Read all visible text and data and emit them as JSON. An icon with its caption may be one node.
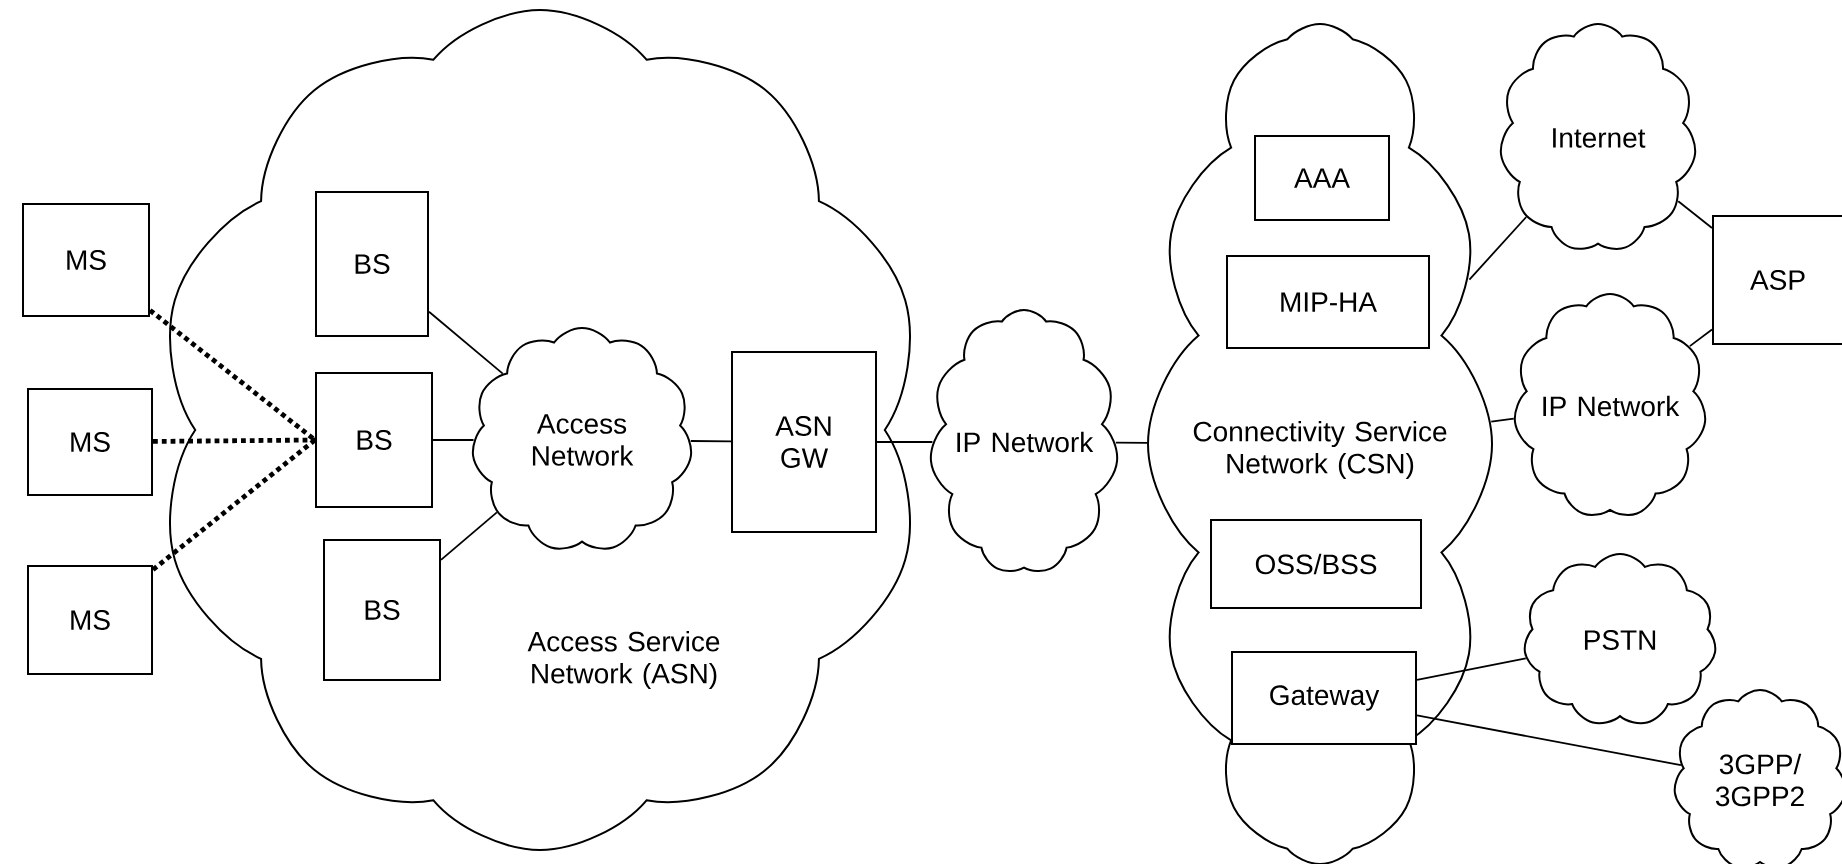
{
  "diagram": {
    "nodes": [
      {
        "text": [
          "Access Service Network (ASN)"
        ]
      },
      {
        "text": [
          "MS"
        ]
      },
      {
        "text": [
          "MS"
        ]
      },
      {
        "text": [
          "MS"
        ]
      },
      {
        "text": [
          "BS"
        ],
        "in": 0
      },
      {
        "text": [
          "BS"
        ],
        "in": 0
      },
      {
        "text": [
          "BS"
        ],
        "in": 0
      },
      {
        "text": [
          "Access Network"
        ],
        "in": 0
      },
      {
        "text": [
          "ASN GW"
        ],
        "in": 0
      },
      {
        "text": [
          "IP Network"
        ]
      },
      {
        "text": [
          "Connectivity Service Network (CSN)"
        ]
      },
      {
        "text": [
          "AAA"
        ],
        "in": 10
      },
      {
        "text": [
          "MIP-HA"
        ],
        "in": 10
      },
      {
        "text": [
          "OSS/BSS"
        ],
        "in": 10
      },
      {
        "text": [
          "Gateway"
        ],
        "in": 10
      },
      {
        "text": [
          "Internet"
        ]
      },
      {
        "text": [
          "IP Network"
        ]
      },
      {
        "text": [
          "ASP"
        ]
      },
      {
        "text": [
          "PSTN"
        ]
      },
      {
        "text": [
          "3GPP/ 3GPP2"
        ]
      }
    ],
    "edges": [
      {
        "from": 1,
        "to": 5,
        "arrow": "none",
        "style": "dashed"
      },
      {
        "from": 2,
        "to": 5,
        "arrow": "none",
        "style": "dashed"
      },
      {
        "from": 3,
        "to": 5,
        "arrow": "none",
        "style": "dashed"
      },
      {
        "from": 4,
        "to": 7,
        "arrow": "none"
      },
      {
        "from": 5,
        "to": 7,
        "arrow": "none"
      },
      {
        "from": 6,
        "to": 7,
        "arrow": "none"
      },
      {
        "from": 7,
        "to": 8,
        "arrow": "none"
      },
      {
        "from": 8,
        "to": 9,
        "arrow": "none"
      },
      {
        "from": 9,
        "to": 10,
        "arrow": "none"
      },
      {
        "from": 10,
        "to": 15,
        "arrow": "none"
      },
      {
        "from": 10,
        "to": 16,
        "arrow": "none"
      },
      {
        "from": 15,
        "to": 17,
        "arrow": "none"
      },
      {
        "from": 16,
        "to": 17,
        "arrow": "none"
      },
      {
        "from": 14,
        "to": 18,
        "arrow": "none"
      },
      {
        "from": 14,
        "to": 19,
        "arrow": "none"
      }
    ]
  }
}
